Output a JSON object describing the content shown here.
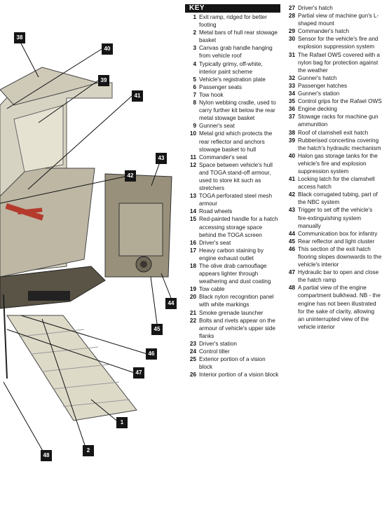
{
  "key": {
    "title": "KEY",
    "left_items": [
      {
        "num": "1",
        "text": "Exit ramp, ridged for better footing"
      },
      {
        "num": "2",
        "text": "Metal bars of hull rear stowage basket"
      },
      {
        "num": "3",
        "text": "Canvas grab handle hanging from vehicle roof"
      },
      {
        "num": "4",
        "text": "Typically grimy, off-white, interior paint scheme"
      },
      {
        "num": "5",
        "text": "Vehicle's registration plate"
      },
      {
        "num": "6",
        "text": "Passenger seats"
      },
      {
        "num": "7",
        "text": "Tow hook"
      },
      {
        "num": "8",
        "text": "Nylon webbing cradle, used to carry further kit below the rear metal stowage basket"
      },
      {
        "num": "9",
        "text": "Gunner's seat"
      },
      {
        "num": "10",
        "text": "Metal grid which protects the rear reflector and anchors stowage basket to hull"
      },
      {
        "num": "11",
        "text": "Commander's seat"
      },
      {
        "num": "12",
        "text": "Space between vehicle's hull and TOGA stand-off armour, used to store kit such as stretchers"
      },
      {
        "num": "13",
        "text": "TOGA perforated steel mesh armour"
      },
      {
        "num": "14",
        "text": "Road wheels"
      },
      {
        "num": "15",
        "text": "Red-painted handle for a hatch accessing storage space behind the TOGA screen"
      },
      {
        "num": "16",
        "text": "Driver's seat"
      },
      {
        "num": "17",
        "text": "Heavy carbon staining by engine exhaust outlet"
      },
      {
        "num": "18",
        "text": "The olive drab camouflage appears lighter through weathering and dust coating"
      },
      {
        "num": "19",
        "text": "Tow cable"
      },
      {
        "num": "20",
        "text": "Black nylon recognition panel with white markings"
      },
      {
        "num": "21",
        "text": "Smoke grenade launcher"
      },
      {
        "num": "22",
        "text": "Bolts and rivets appear on the armour of vehicle's upper side flanks"
      },
      {
        "num": "23",
        "text": "Driver's station"
      },
      {
        "num": "24",
        "text": "Control tiller"
      },
      {
        "num": "25",
        "text": "Exterior portion of a vision block"
      },
      {
        "num": "26",
        "text": "Interior portion of a vision block"
      }
    ],
    "right_items": [
      {
        "num": "27",
        "text": "Driver's hatch"
      },
      {
        "num": "28",
        "text": "Partial view of machine gun's L-shaped mount"
      },
      {
        "num": "29",
        "text": "Commander's hatch"
      },
      {
        "num": "30",
        "text": "Sensor for the vehicle's fire and explosion suppression system"
      },
      {
        "num": "31",
        "text": "The Rafael OWS covered with a nylon bag for protection against the weather"
      },
      {
        "num": "32",
        "text": "Gunner's hatch"
      },
      {
        "num": "33",
        "text": "Passenger hatches"
      },
      {
        "num": "34",
        "text": "Gunner's station"
      },
      {
        "num": "35",
        "text": "Control grips for the Rafael OWS"
      },
      {
        "num": "36",
        "text": "Engine decking"
      },
      {
        "num": "37",
        "text": "Stowage racks for machine gun ammunition"
      },
      {
        "num": "38",
        "text": "Roof of clamshell exit hatch"
      },
      {
        "num": "39",
        "text": "Rubberised concertina covering the hatch's hydraulic mechanism"
      },
      {
        "num": "40",
        "text": "Halon gas storage tanks for the vehicle's fire and explosion suppression system"
      },
      {
        "num": "41",
        "text": "Locking latch for the clamshell access hatch"
      },
      {
        "num": "42",
        "text": "Black corrugated tubing, part of the NBC system"
      },
      {
        "num": "43",
        "text": "Trigger to set off the vehicle's fire-extinguishing system manually"
      },
      {
        "num": "44",
        "text": "Communication box for infantry"
      },
      {
        "num": "45",
        "text": "Rear reflector and light cluster"
      },
      {
        "num": "46",
        "text": "This section of the exit hatch flooring slopes downwards to the vehicle's interior"
      },
      {
        "num": "47",
        "text": "Hydraulic bar to open and close the hatch ramp"
      },
      {
        "num": "48",
        "text": "A partial view of the engine compartment bulkhead. NB - the engine has not been illustrated for the sake of clarity, allowing an uninterrupted view of the vehicle interior"
      }
    ]
  },
  "callouts": [
    {
      "label": "38"
    },
    {
      "label": "40"
    },
    {
      "label": "39"
    },
    {
      "label": "41"
    },
    {
      "label": "42"
    },
    {
      "label": "43"
    },
    {
      "label": "44"
    },
    {
      "label": "45"
    },
    {
      "label": "46"
    },
    {
      "label": "47"
    },
    {
      "label": "48"
    },
    {
      "label": "2"
    },
    {
      "label": "1"
    }
  ]
}
